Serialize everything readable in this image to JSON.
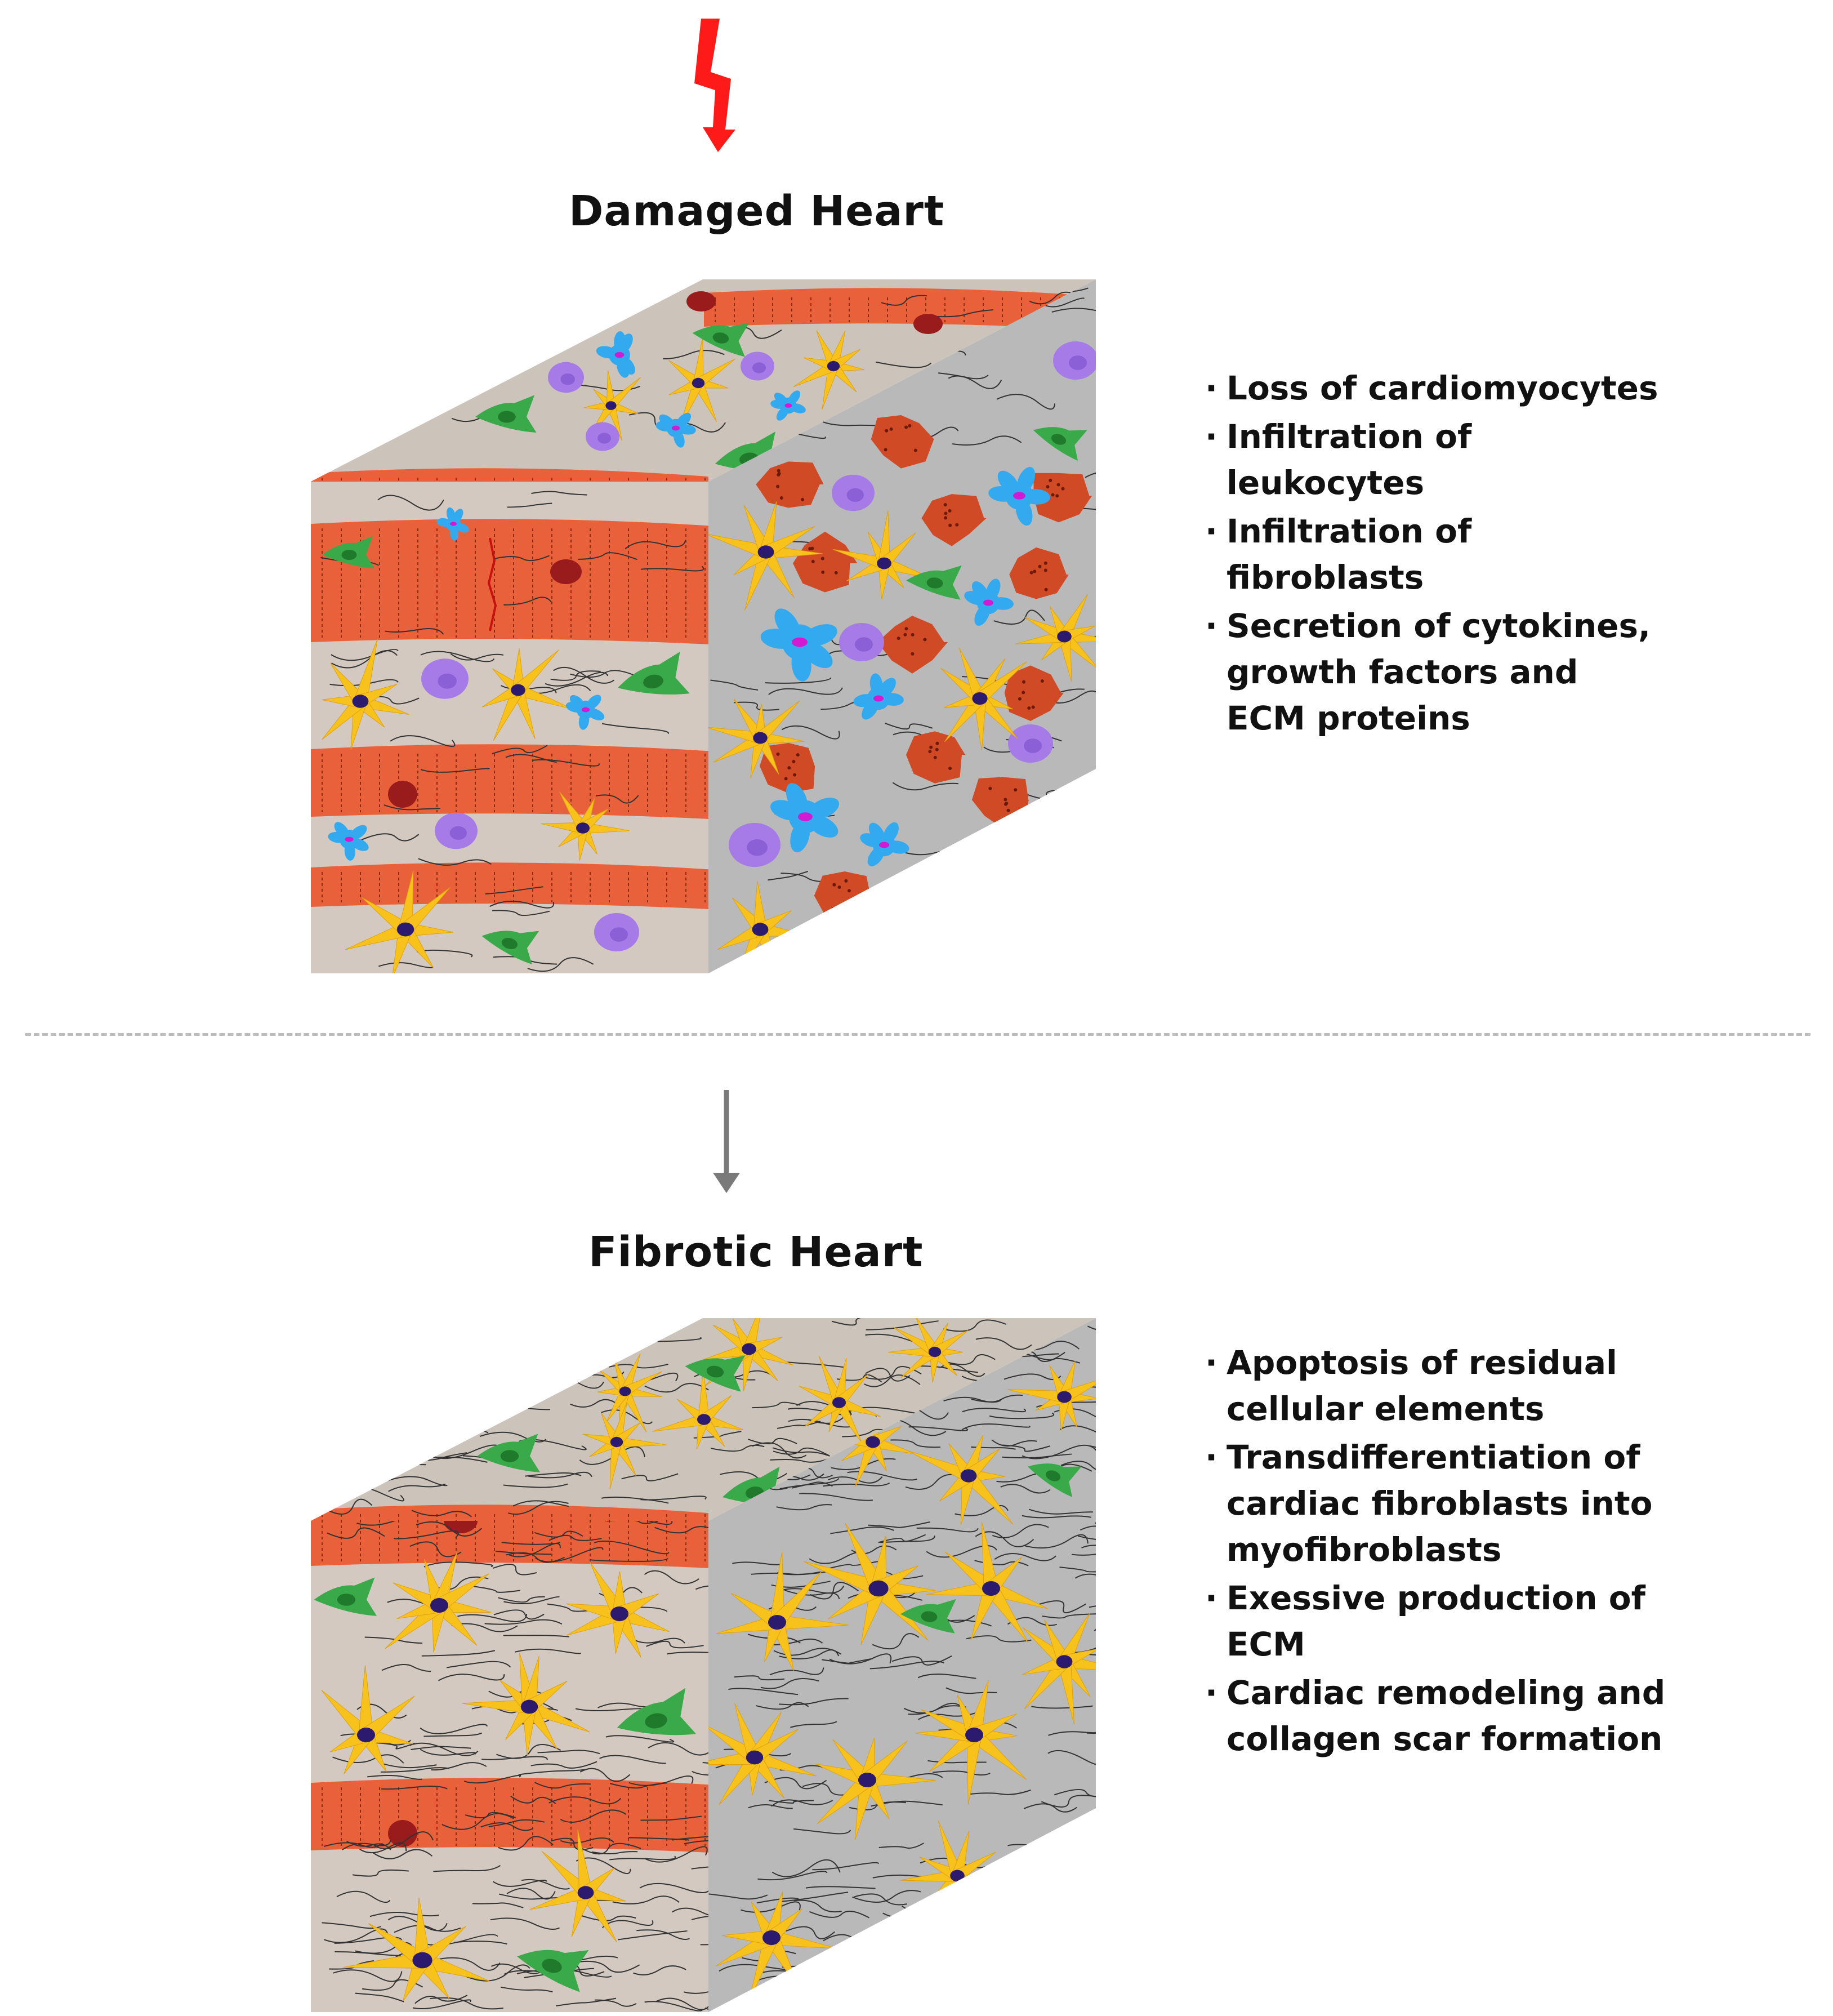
{
  "damaged": {
    "title": "Damaged Heart",
    "bullets": [
      "Loss of cardiomyocytes",
      "Infiltration of leukocytes",
      "Infiltration of fibroblasts",
      "Secretion of cytokines, growth factors and ECM proteins"
    ]
  },
  "fibrotic": {
    "title": "Fibrotic Heart",
    "bullets": [
      "Apoptosis of residual cellular elements",
      "Transdifferentiation of cardiac fibroblasts into myofibroblasts",
      "Exessive production of ECM",
      "Cardiac remodeling and collagen scar formation"
    ]
  },
  "colors": {
    "injury_bolt": "#ff1a1a",
    "arrow": "#7a7a7a",
    "tissue_matrix": "#d4c9c0",
    "tissue_side": "#b9b9b9",
    "cardiomyocyte": "#e8613a",
    "cardiomyocyte_dark": "#d04a25",
    "nucleus_red": "#9a1b1b",
    "leukocyte_purple": "#a67be8",
    "monocyte_blue": "#33aaf0",
    "fibroblast_green": "#3aa94a",
    "myofibroblast_yellow": "#f8c21c",
    "nucleus_navy": "#2c1a6e",
    "collagen_fiber": "#333333"
  },
  "icons": {
    "injury": "lightning-bolt-icon",
    "progression": "arrow-down-icon"
  }
}
